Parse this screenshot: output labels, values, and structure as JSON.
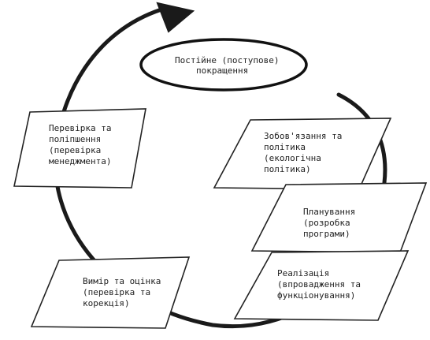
{
  "diagram": {
    "center": {
      "line1": "Постійне (поступове)",
      "line2": "покращення"
    },
    "boxes": {
      "check": {
        "l1": "Перевірка та",
        "l2": "поліпшення",
        "l3": "(перевірка",
        "l4": "менеджмента)"
      },
      "commit": {
        "l1": "Зобов'язання та",
        "l2": "політика",
        "l3": "(екологічна",
        "l4": "політика)"
      },
      "plan": {
        "l1": "Планування",
        "l2": "(розробка",
        "l3": "програми)"
      },
      "measure": {
        "l1": "Вимір та оцінка",
        "l2": "(перевірка та",
        "l3": "корекція)"
      },
      "implement": {
        "l1": "Реалізація",
        "l2": "(впровадження та",
        "l3": "функціонування)"
      }
    }
  }
}
